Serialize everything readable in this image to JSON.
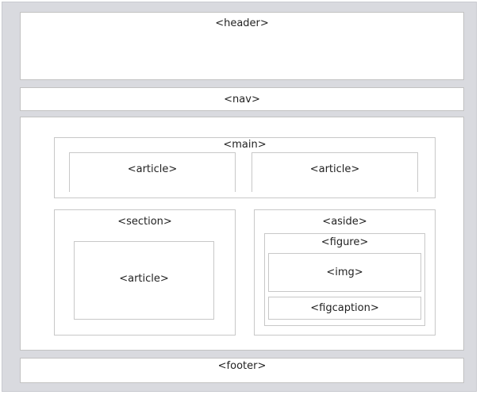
{
  "diagram": {
    "header_label": "<header>",
    "nav_label": "<nav>",
    "main_label": "<main>",
    "main_article_left_label": "<article>",
    "main_article_right_label": "<article>",
    "section_label": "<section>",
    "section_article_label": "<article>",
    "aside_label": "<aside>",
    "figure_label": "<figure>",
    "img_label": "<img>",
    "figcaption_label": "<figcaption>",
    "footer_label": "<footer>"
  },
  "colors": {
    "frame_background": "#d9dadf",
    "box_background": "#ffffff",
    "border": "#c2c2c2",
    "text": "#222222"
  }
}
